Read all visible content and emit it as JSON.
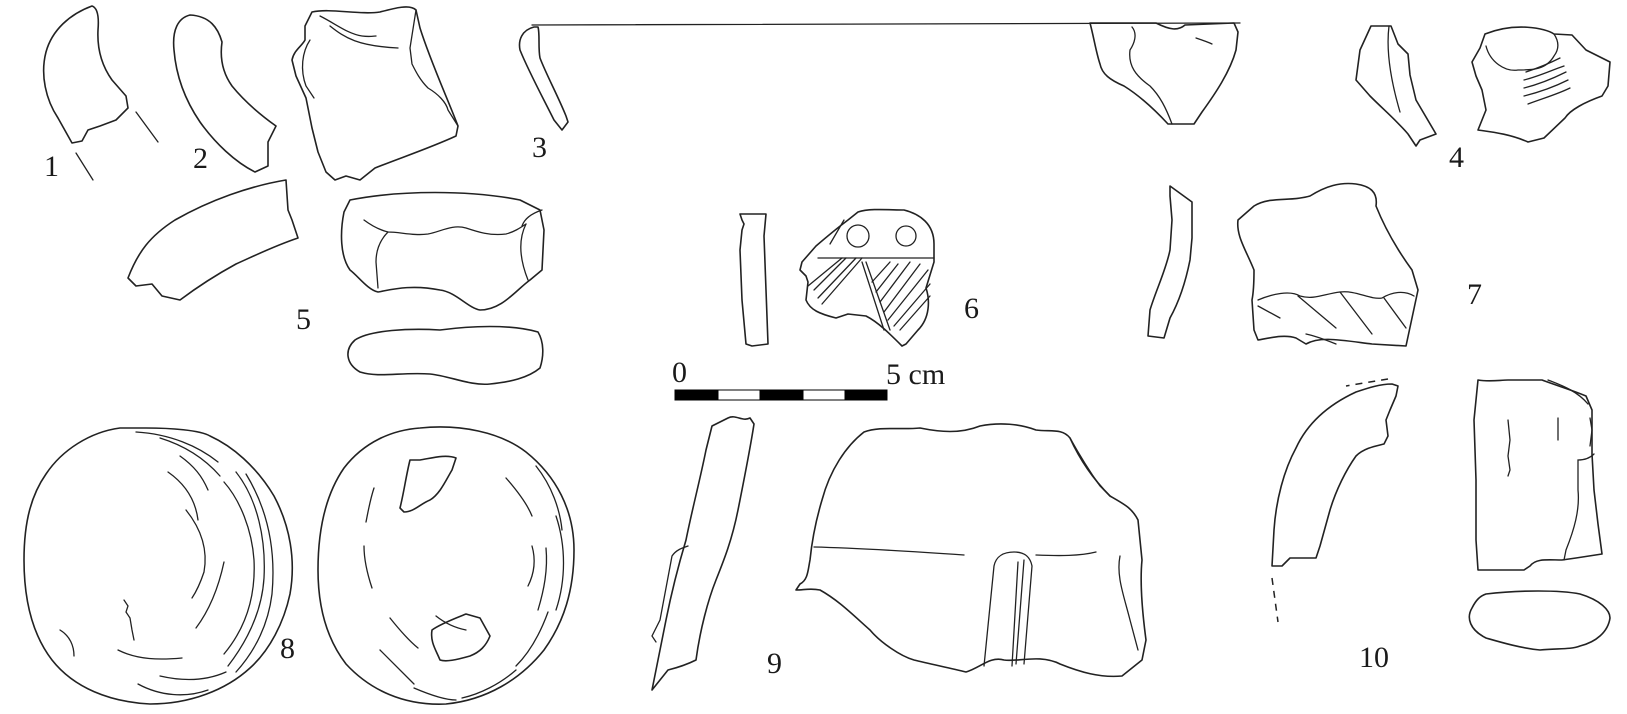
{
  "figure": {
    "type": "archaeological ceramic fragment drawing plate",
    "background": "#ffffff",
    "line_color": "#222222"
  },
  "labels": {
    "f1": "1",
    "f2": "2",
    "f3": "3",
    "f4": "4",
    "f5": "5",
    "f6": "6",
    "f7": "7",
    "f8": "8",
    "f9": "9",
    "f10": "10"
  },
  "scale_bar": {
    "start_label": "0",
    "end_label": "5 cm",
    "segments": 5,
    "colors": [
      "#000000",
      "#ffffff",
      "#000000",
      "#ffffff",
      "#000000"
    ]
  }
}
